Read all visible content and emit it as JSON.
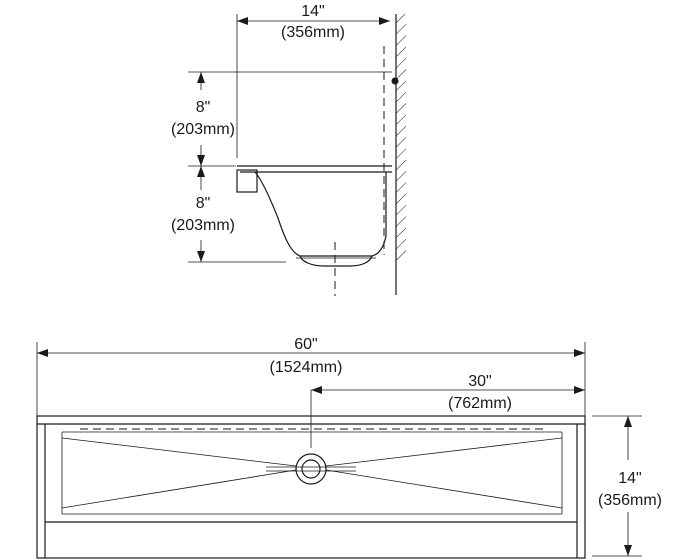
{
  "side_view": {
    "top_width_in": "14\"",
    "top_width_mm": "(356mm)",
    "upper_height_in": "8\"",
    "upper_height_mm": "(203mm)",
    "lower_height_in": "8\"",
    "lower_height_mm": "(203mm)"
  },
  "plan_view": {
    "overall_length_in": "60\"",
    "overall_length_mm": "(1524mm)",
    "drain_offset_in": "30\"",
    "drain_offset_mm": "(762mm)",
    "depth_in": "14\"",
    "depth_mm": "(356mm)"
  },
  "colors": {
    "ink": "#1a1a1a",
    "background": "#ffffff"
  }
}
